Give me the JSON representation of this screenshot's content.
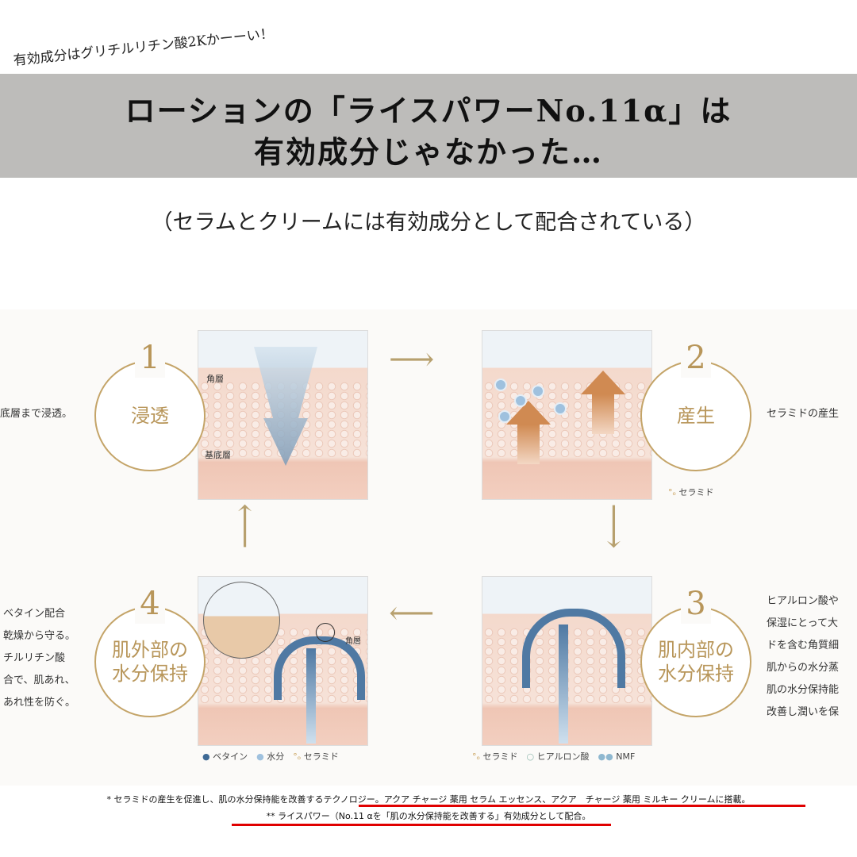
{
  "memo": "有効成分はグリチルリチン酸2Kかーーい！",
  "title": {
    "line1": "ローションの「ライスパワーNo.11α」は",
    "line2": "有効成分じゃなかった…"
  },
  "subtitle": "（セラムとクリームには有効成分として配合されている）",
  "steps": [
    {
      "num": "1",
      "label": "浸透",
      "side": [
        "底層まで浸透。"
      ],
      "panel_labels": [
        "角層",
        "基底層"
      ]
    },
    {
      "num": "2",
      "label": "産生",
      "side": [
        "セラミドの産生"
      ],
      "legend": [
        "セラミド"
      ]
    },
    {
      "num": "3",
      "label_l1": "肌内部の",
      "label_l2": "水分保持",
      "side": [
        "ヒアルロン酸や",
        "保湿にとって大",
        "ドを含む角質細",
        "肌からの水分蒸",
        "肌の水分保持能",
        "改善し潤いを保"
      ],
      "legend": [
        "セラミド",
        "ヒアルロン酸",
        "NMF"
      ]
    },
    {
      "num": "4",
      "label_l1": "肌外部の",
      "label_l2": "水分保持",
      "side": [
        "ベタイン配合",
        "乾燥から守る。",
        "チルリチン酸",
        "合で、肌あれ、",
        "あれ性を防ぐ。"
      ],
      "panel_labels": [
        "角層"
      ],
      "legend": [
        "ベタイン",
        "水分",
        "セラミド"
      ]
    }
  ],
  "footnotes": [
    "* セラミドの産生を促進し、肌の水分保持能を改善するテクノロジー。アクア チャージ 薬用 セラム エッセンス、アクア　チャージ 薬用 ミルキー クリームに搭載。",
    "** ライスパワー（No.11 αを「肌の水分保持能を改善する」有効成分として配合。"
  ],
  "colors": {
    "gold": "#b8965a",
    "band": "#bdbcba",
    "underline": "#e00000"
  }
}
